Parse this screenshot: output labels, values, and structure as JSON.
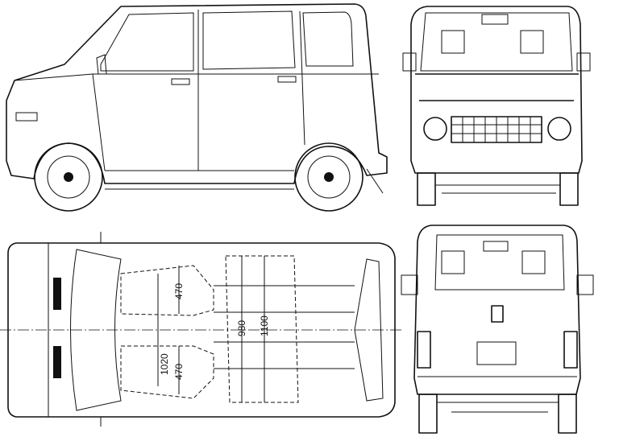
{
  "drawing": {
    "views": [
      "side",
      "front",
      "top",
      "rear"
    ],
    "dimensions": {
      "front_seat_depth": "470",
      "rear_seat_depth": "470",
      "front_seat_row_width": "1020",
      "cargo_length_inner": "980",
      "cargo_length_outer": "1100"
    }
  }
}
